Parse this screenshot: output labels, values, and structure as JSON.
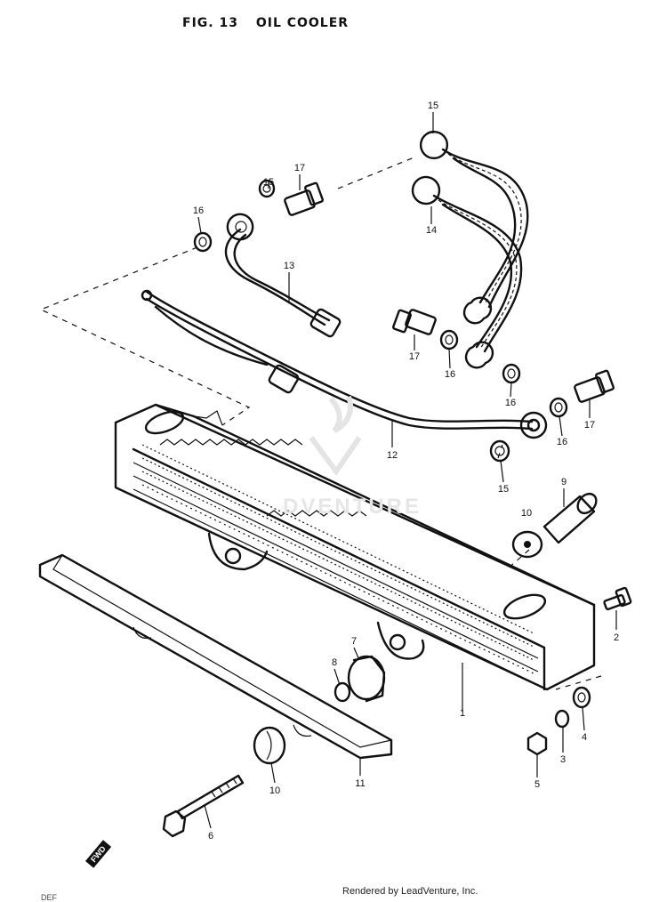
{
  "header": {
    "fig_number": "FIG. 13",
    "fig_title": "OIL COOLER"
  },
  "watermark": "DVENTURE",
  "footer": {
    "rendered_by": "Rendered by LeadVenture, Inc.",
    "corner_code": "DEF"
  },
  "fwd_label": "FWD",
  "callouts": [
    {
      "id": "c1",
      "label": "1"
    },
    {
      "id": "c2",
      "label": "2"
    },
    {
      "id": "c3",
      "label": "3"
    },
    {
      "id": "c4",
      "label": "4"
    },
    {
      "id": "c5",
      "label": "5"
    },
    {
      "id": "c6",
      "label": "6"
    },
    {
      "id": "c7",
      "label": "7"
    },
    {
      "id": "c8",
      "label": "8"
    },
    {
      "id": "c9",
      "label": "9"
    },
    {
      "id": "c10a",
      "label": "10"
    },
    {
      "id": "c10b",
      "label": "10"
    },
    {
      "id": "c11",
      "label": "11"
    },
    {
      "id": "c12",
      "label": "12"
    },
    {
      "id": "c13",
      "label": "13"
    },
    {
      "id": "c14",
      "label": "14"
    },
    {
      "id": "c15a",
      "label": "15"
    },
    {
      "id": "c15b",
      "label": "15"
    },
    {
      "id": "c15c",
      "label": "15"
    },
    {
      "id": "c16a",
      "label": "16"
    },
    {
      "id": "c16b",
      "label": "16"
    },
    {
      "id": "c16c",
      "label": "16"
    },
    {
      "id": "c16d",
      "label": "16"
    },
    {
      "id": "c17a",
      "label": "17"
    },
    {
      "id": "c17b",
      "label": "17"
    },
    {
      "id": "c17c",
      "label": "17"
    }
  ]
}
